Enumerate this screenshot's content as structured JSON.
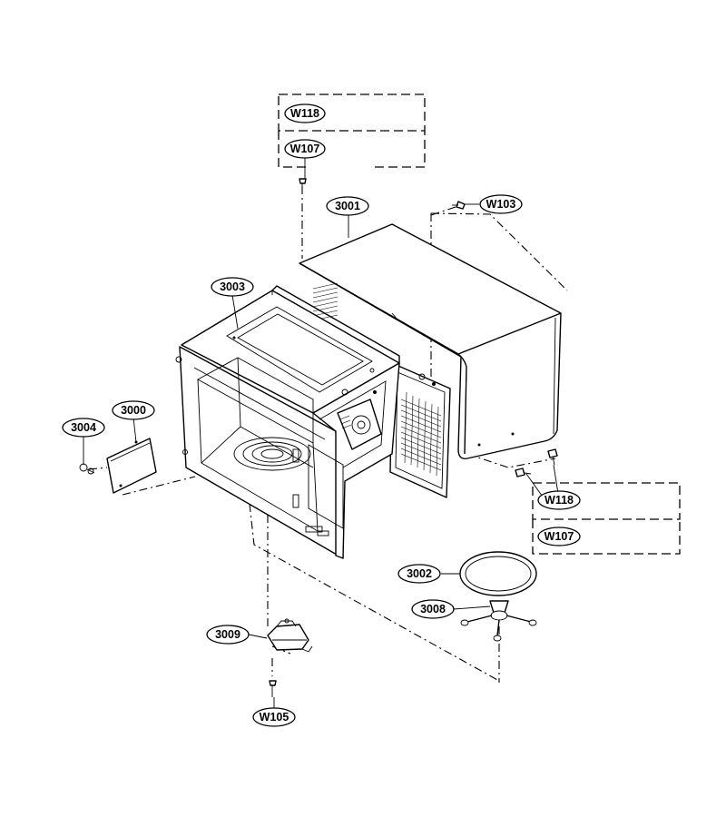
{
  "labels": {
    "w118_top": "W118",
    "w107_top": "W107",
    "w103": "W103",
    "p3001": "3001",
    "p3003": "3003",
    "p3000": "3000",
    "p3004": "3004",
    "w118_right": "W118",
    "w107_right": "W107",
    "p3002": "3002",
    "p3008": "3008",
    "p3009": "3009",
    "w105": "W105"
  }
}
